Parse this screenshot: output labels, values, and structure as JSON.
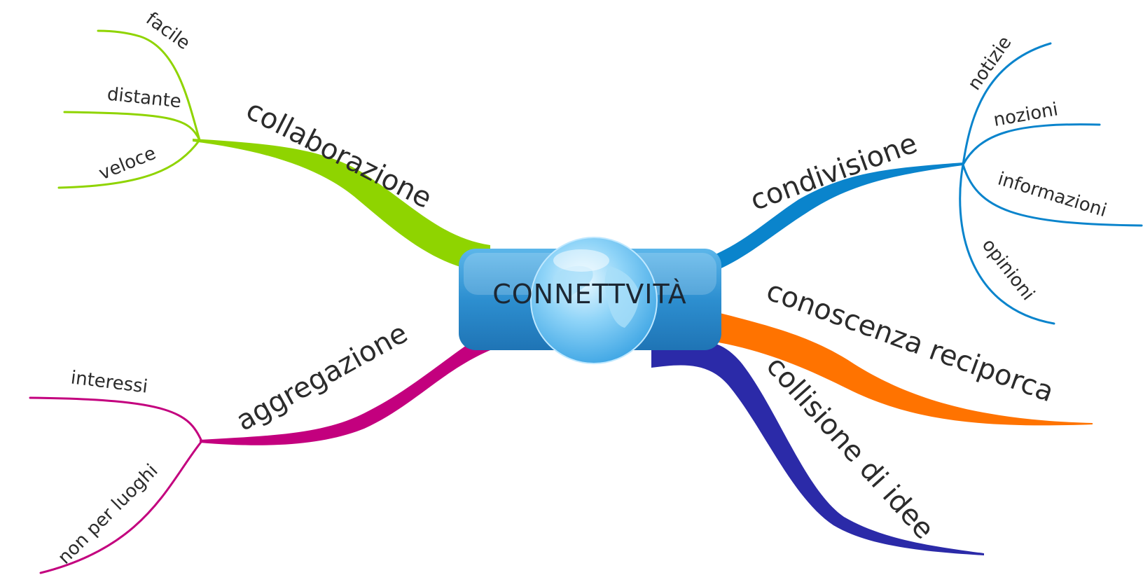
{
  "center": {
    "label": "CONNETTVITÀ",
    "icon": "globe-icon"
  },
  "colors": {
    "collaborazione": "#8fd400",
    "aggregazione": "#c3007e",
    "condivisione": "#0a84cc",
    "conoscenza": "#ff7300",
    "collisione": "#2b2aa8",
    "center_box": "#2d8fd0"
  },
  "branches": {
    "collaborazione": {
      "label": "collaborazione",
      "children": [
        "facile",
        "distante",
        "veloce"
      ]
    },
    "aggregazione": {
      "label": "aggregazione",
      "children": [
        "interessi",
        "non per luoghi"
      ]
    },
    "condivisione": {
      "label": "condivisione",
      "children": [
        "notizie",
        "nozioni",
        "informazioni",
        "opinioni"
      ]
    },
    "conoscenza": {
      "label": "conoscenza reciporca"
    },
    "collisione": {
      "label": "collisione di idee"
    }
  }
}
